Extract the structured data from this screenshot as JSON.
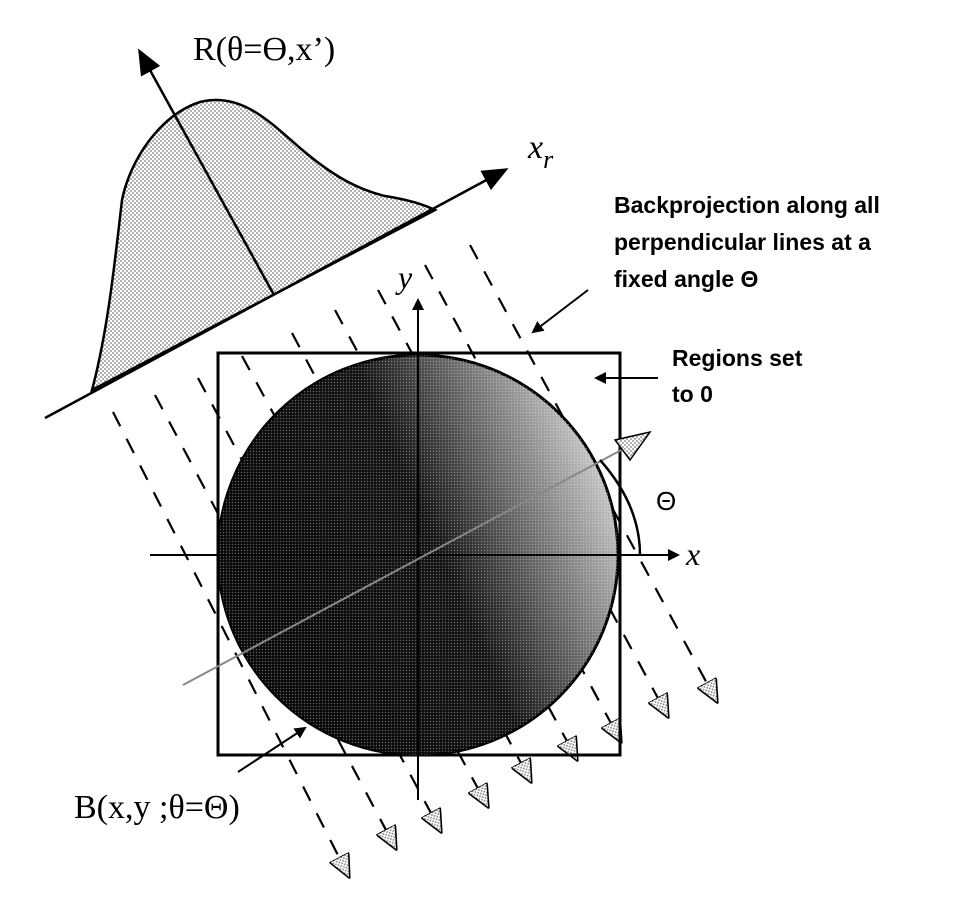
{
  "projection_label": "R(θ=ϴ,x’)",
  "rotated_axis_label": {
    "base": "x",
    "subscript": "r"
  },
  "y_axis_label": "y",
  "x_axis_label": "x",
  "angle_label": "Θ",
  "backprojection_note": {
    "line1": "Backprojection along all",
    "line2": "perpendicular lines at a",
    "line3": "fixed angle Θ"
  },
  "regions_note": {
    "line1": "Regions set",
    "line2": "to 0"
  },
  "backprojection_label": "B(x,y ;θ=Θ)",
  "colors": {
    "ink": "#000000",
    "circle_dark": "#111111",
    "circle_light": "#d8d8d8",
    "hatch": "#bdbdbd",
    "background": "#ffffff"
  }
}
